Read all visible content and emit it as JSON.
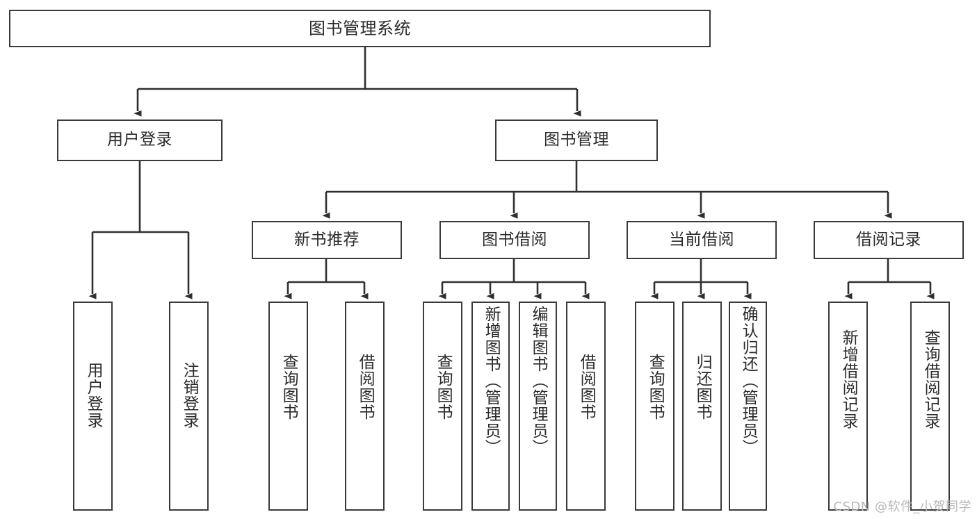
{
  "diagram": {
    "title": "图书管理系统",
    "type": "hierarchy-tree",
    "watermark": "CSDN @软件_小贺同学",
    "colors": {
      "background": "#ffffff",
      "border": "#3a3a3a",
      "text": "#2b2b2b",
      "edge": "#3a3a3a",
      "watermark": "#b9b9b9"
    },
    "levels": {
      "root": {
        "label": "图书管理系统"
      },
      "level2": [
        {
          "label": "用户登录"
        },
        {
          "label": "图书管理"
        }
      ],
      "level3": [
        {
          "label": "新书推荐"
        },
        {
          "label": "图书借阅"
        },
        {
          "label": "当前借阅"
        },
        {
          "label": "借阅记录"
        }
      ],
      "leaves": {
        "user_login": [
          {
            "label": "用户登录"
          },
          {
            "label": "注销登录"
          }
        ],
        "new_book_recommend": [
          {
            "label": "查询图书"
          },
          {
            "label": "借阅图书"
          }
        ],
        "book_borrow": [
          {
            "label": "查询图书"
          },
          {
            "label": "新增图书（管理员）"
          },
          {
            "label": "编辑图书（管理员）"
          },
          {
            "label": "借阅图书"
          }
        ],
        "current_borrow": [
          {
            "label": "查询图书"
          },
          {
            "label": "归还图书"
          },
          {
            "label": "确认归还（管理员）"
          }
        ],
        "borrow_record": [
          {
            "label": "新增借阅记录"
          },
          {
            "label": "查询借阅记录"
          }
        ]
      }
    }
  }
}
